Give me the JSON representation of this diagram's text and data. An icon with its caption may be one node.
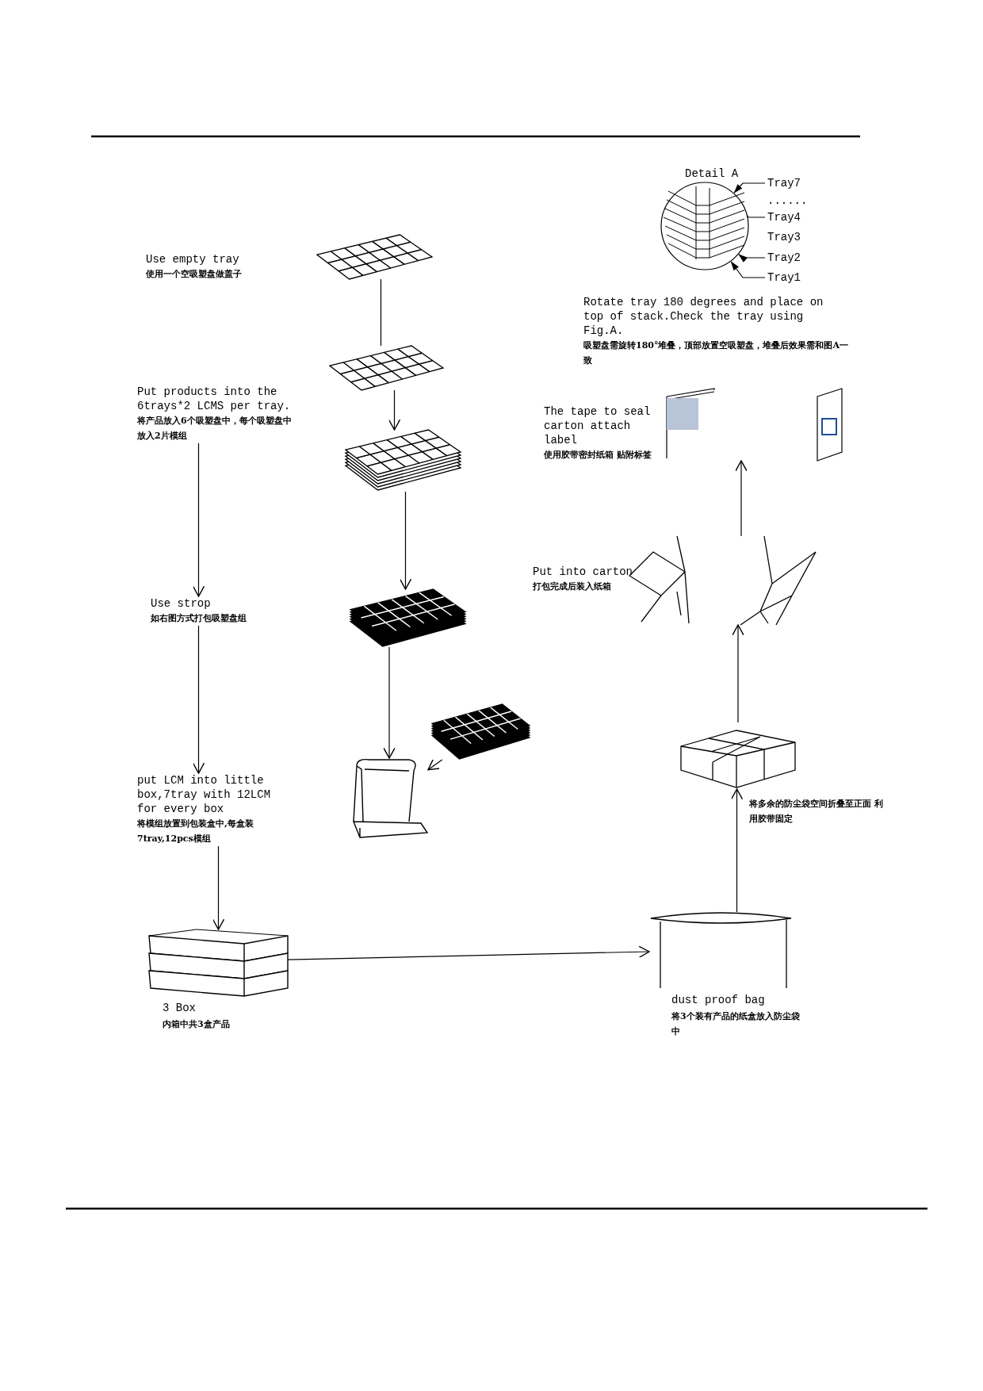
{
  "diagram": {
    "nodes": [
      {
        "text": [
          "Use empty tray",
          "使用一个空吸塑盘做盖子"
        ]
      },
      {
        "text": [],
        "shape": "picture"
      },
      {
        "text": [],
        "shape": "picture"
      },
      {
        "text": [
          "Put products into the 6trays*2 LCMS per tray.",
          "将产品放入6个吸塑盘中，每个吸塑盘中放入2片模组"
        ]
      },
      {
        "text": [],
        "shape": "picture"
      },
      {
        "text": [
          "Use strop",
          "如右图方式打包吸塑盘组"
        ]
      },
      {
        "text": [],
        "shape": "picture"
      },
      {
        "text": [],
        "shape": "picture"
      },
      {
        "text": [],
        "shape": "picture"
      },
      {
        "text": [
          "put LCM into little box,7tray with 12LCM for every box",
          "将模组放置到包装盒中,每盒装 7tray,12pcs模组"
        ]
      },
      {
        "text": [],
        "shape": "picture",
        "beside": [
          "3 Box",
          "内箱中共3盒产品"
        ]
      },
      {
        "text": [],
        "shape": "picture",
        "beside": [
          "dust proof bag",
          "将3个装有产品的纸盒放入防尘袋中"
        ]
      },
      {
        "text": [],
        "shape": "picture",
        "beside": [
          "将多余的防尘袋空间折叠至正面 利用胶带固定"
        ]
      },
      {
        "text": [
          "Put into carton",
          "打包完成后装入纸箱"
        ]
      },
      {
        "text": [],
        "shape": "picture"
      },
      {
        "text": [
          "The tape to seal carton attach label",
          "使用胶带密封纸箱 贴附标签"
        ]
      },
      {
        "text": [],
        "shape": "picture"
      },
      {
        "text": [
          "Rotate tray 180 degrees and place on top of stack.Check the tray using Fig.A.",
          "吸塑盘需旋转180°堆叠，顶部放置空吸塑盘，堆叠后效果需和图A一致"
        ]
      },
      {
        "text": [],
        "shape": "circle"
      },
      {
        "text": [
          "Tray7"
        ]
      },
      {
        "text": [
          "Tray4"
        ]
      },
      {
        "text": [
          "Tray2"
        ]
      },
      {
        "text": [
          "Tray1"
        ]
      }
    ],
    "edges": [
      {
        "from": 1,
        "to": 2,
        "arrow": "none"
      },
      {
        "from": 2,
        "to": 4,
        "arrow": "to"
      },
      {
        "from": 4,
        "to": 6,
        "arrow": "to"
      },
      {
        "from": 6,
        "to": 7,
        "arrow": "to"
      },
      {
        "from": 8,
        "to": 7,
        "arrow": "to"
      },
      {
        "from": 3,
        "to": 5,
        "arrow": "to"
      },
      {
        "from": 5,
        "to": 9,
        "arrow": "to"
      },
      {
        "from": 9,
        "to": 10,
        "arrow": "to"
      },
      {
        "from": 10,
        "to": 11,
        "arrow": "to"
      },
      {
        "from": 11,
        "to": 12,
        "arrow": "to"
      },
      {
        "from": 12,
        "to": 14,
        "arrow": "to"
      },
      {
        "from": 14,
        "to": 16,
        "arrow": "to"
      },
      {
        "from": 19,
        "to": 18,
        "arrow": "to"
      },
      {
        "from": 20,
        "to": 18,
        "arrow": "to"
      },
      {
        "from": 21,
        "to": 18,
        "arrow": "to"
      },
      {
        "from": 22,
        "to": 18,
        "arrow": "to"
      }
    ],
    "labels": [
      "Detail A",
      "......",
      "Tray3"
    ]
  }
}
